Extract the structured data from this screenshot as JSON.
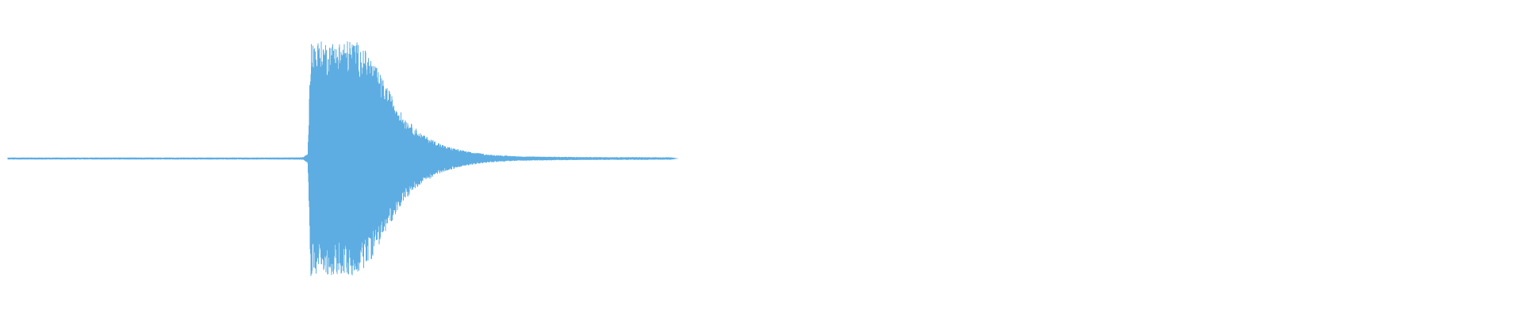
{
  "waveform": {
    "color": "#5dade2",
    "envelope": [
      {
        "t": 0.0,
        "amp": 0.008
      },
      {
        "t": 0.18,
        "amp": 0.008
      },
      {
        "t": 0.196,
        "amp": 0.01
      },
      {
        "t": 0.199,
        "amp": 0.04
      },
      {
        "t": 0.201,
        "amp": 0.93
      },
      {
        "t": 0.215,
        "amp": 0.92
      },
      {
        "t": 0.23,
        "amp": 0.94
      },
      {
        "t": 0.24,
        "amp": 0.82
      },
      {
        "t": 0.25,
        "amp": 0.6
      },
      {
        "t": 0.262,
        "amp": 0.34
      },
      {
        "t": 0.275,
        "amp": 0.19
      },
      {
        "t": 0.29,
        "amp": 0.1
      },
      {
        "t": 0.305,
        "amp": 0.055
      },
      {
        "t": 0.32,
        "amp": 0.03
      },
      {
        "t": 0.34,
        "amp": 0.017
      },
      {
        "t": 0.38,
        "amp": 0.012
      },
      {
        "t": 0.44,
        "amp": 0.01
      },
      {
        "t": 0.445,
        "amp": 0.0
      },
      {
        "t": 1.0,
        "amp": 0.0
      }
    ]
  }
}
